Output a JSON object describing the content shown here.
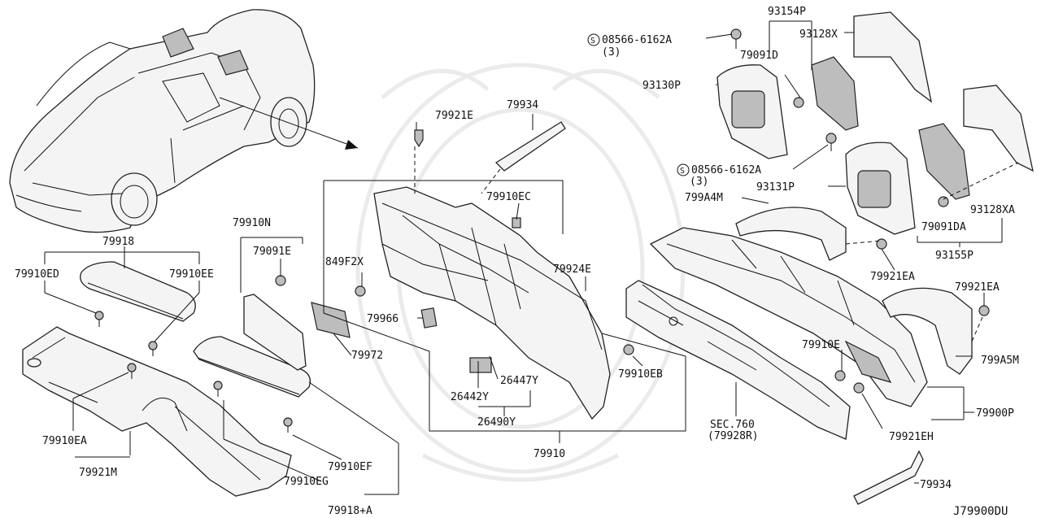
{
  "diagram_id": "J79900DU",
  "labels": {
    "l79918": "79918",
    "l79910ED": "79910ED",
    "l79910EE": "79910EE",
    "l79910N": "79910N",
    "l79091E": "79091E",
    "l79921E": "79921E",
    "l79934a": "79934",
    "l79910EC": "79910EC",
    "l849F2X": "849F2X",
    "l79924E": "79924E",
    "l79966": "79966",
    "l79972": "79972",
    "l26447Y": "26447Y",
    "l26442Y": "26442Y",
    "l26490Y": "26490Y",
    "l79910EB": "79910EB",
    "l79910": "79910",
    "l79910EA": "79910EA",
    "l79921M": "79921M",
    "l79910EF": "79910EF",
    "l79910EG": "79910EG",
    "l79918A": "79918+A",
    "l08566a": "08566-6162A",
    "l3a": "(3)",
    "l93154P": "93154P",
    "l93128X": "93128X",
    "l79091D": "79091D",
    "l93130P": "93130P",
    "l08566b": "08566-6162A",
    "l3b": "(3)",
    "l93131P": "93131P",
    "l799A4M": "799A4M",
    "l93128XA": "93128XA",
    "l79091DA": "79091DA",
    "l93155P": "93155P",
    "l79921EA1": "79921EA",
    "l79921EA2": "79921EA",
    "l799A5M": "799A5M",
    "l79910E": "79910E",
    "l79900P": "79900P",
    "l79921EH": "79921EH",
    "lSEC": "SEC.760",
    "lSECsub": "(79928R)",
    "l79934b": "79934",
    "sym1": "S",
    "sym2": "S"
  }
}
